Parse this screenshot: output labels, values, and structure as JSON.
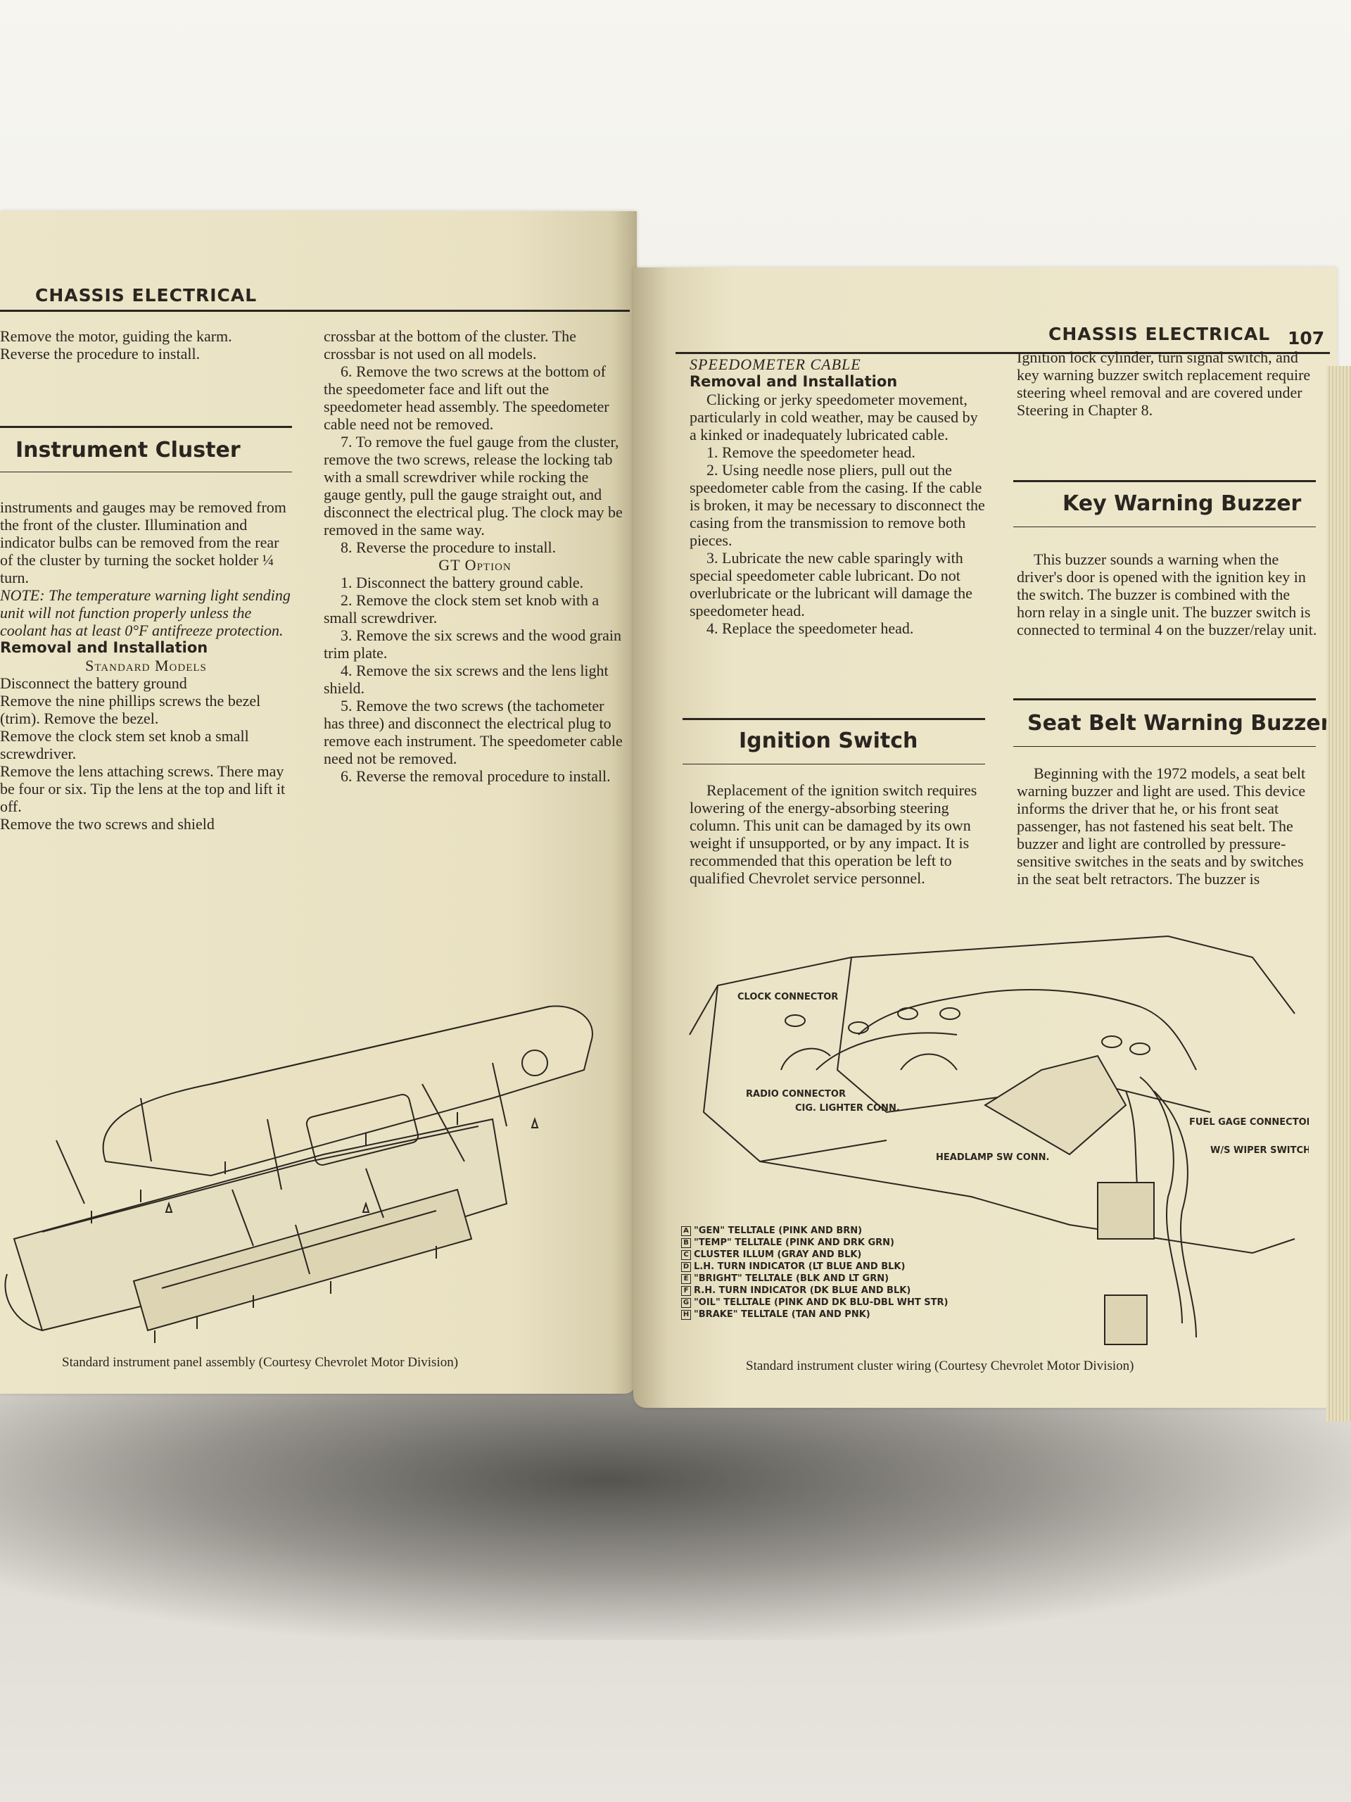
{
  "left_page": {
    "running_head": "CHASSIS ELECTRICAL",
    "col1": {
      "p1": "Remove the motor, guiding the karm.",
      "p2": "Reverse the procedure to install.",
      "section_title": "Instrument Cluster",
      "p3": "instruments and gauges may be removed from the front of the cluster. Illumination and indicator bulbs can be removed from the rear of the cluster by turning the socket holder ¼ turn.",
      "note": "NOTE: The temperature warning light sending unit will not function properly unless the coolant has at least 0°F antifreeze protection.",
      "sub_head": "Removal and Installation",
      "smallcaps": "Standard Models",
      "step1": "Disconnect the battery ground",
      "step2": "Remove the nine phillips screws the bezel (trim). Remove the bezel.",
      "step3": "Remove the clock stem set knob a small screwdriver.",
      "step4": "Remove the lens attaching screws. There may be four or six. Tip the lens at the top and lift it off.",
      "step5": "Remove the two screws and shield"
    },
    "col2": {
      "p1": "crossbar at the bottom of the cluster. The crossbar is not used on all models.",
      "step6": "6. Remove the two screws at the bottom of the speedometer face and lift out the speedometer head assembly. The speedometer cable need not be removed.",
      "step7": "7. To remove the fuel gauge from the cluster, remove the two screws, release the locking tab with a small screwdriver while rocking the gauge gently, pull the gauge straight out, and disconnect the electrical plug. The clock may be removed in the same way.",
      "step8": "8. Reverse the procedure to install.",
      "smallcaps": "GT Option",
      "g1": "1. Disconnect the battery ground cable.",
      "g2": "2. Remove the clock stem set knob with a small screwdriver.",
      "g3": "3. Remove the six screws and the wood grain trim plate.",
      "g4": "4. Remove the six screws and the lens light shield.",
      "g5": "5. Remove the two screws (the tachometer has three) and disconnect the electrical plug to remove each instrument. The speedometer cable need not be removed.",
      "g6": "6. Reverse the removal procedure to install."
    },
    "caption": "Standard instrument panel assembly (Courtesy Chevrolet Motor Division)"
  },
  "right_page": {
    "running_head": "CHASSIS ELECTRICAL",
    "page_number": "107",
    "col1": {
      "italic_head": "SPEEDOMETER CABLE",
      "sub_head": "Removal and Installation",
      "p1": "Clicking or jerky speedometer movement, particularly in cold weather, may be caused by a kinked or inadequately lubricated cable.",
      "s1": "1. Remove the speedometer head.",
      "s2": "2. Using needle nose pliers, pull out the speedometer cable from the casing. If the cable is broken, it may be necessary to disconnect the casing from the transmission to remove both pieces.",
      "s3": "3. Lubricate the new cable sparingly with special speedometer cable lubricant. Do not overlubricate or the lubricant will damage the speedometer head.",
      "s4": "4. Replace the speedometer head.",
      "section_title": "Ignition Switch",
      "p2": "Replacement of the ignition switch requires lowering of the energy-absorbing steering column. This unit can be damaged by its own weight if unsupported, or by any impact. It is recommended that this operation be left to qualified Chevrolet service personnel."
    },
    "col2": {
      "p1": "Ignition lock cylinder, turn signal switch, and key warning buzzer switch replacement require steering wheel removal and are covered under Steering in Chapter 8.",
      "section1": "Key Warning Buzzer",
      "p2": "This buzzer sounds a warning when the driver's door is opened with the ignition key in the switch. The buzzer is combined with the horn relay in a single unit. The buzzer switch is connected to terminal 4 on the buzzer/relay unit.",
      "section2": "Seat Belt Warning Buzzer",
      "p3": "Beginning with the 1972 models, a seat belt warning buzzer and light are used. This device informs the driver that he, or his front seat passenger, has not fastened his seat belt. The buzzer and light are controlled by pressure-sensitive switches in the seats and by switches in the seat belt retractors. The buzzer is"
    },
    "diagram_labels": {
      "clock": "CLOCK CONNECTOR",
      "radio": "RADIO CONNECTOR",
      "cig": "CIG. LIGHTER CONN.",
      "headlamp": "HEADLAMP SW CONN.",
      "fuel": "FUEL GAGE CONNECTOR",
      "wiper": "W/S WIPER SWITCH CONN."
    },
    "legend": [
      {
        "key": "A",
        "text": "\"GEN\" TELLTALE (PINK AND BRN)"
      },
      {
        "key": "B",
        "text": "\"TEMP\" TELLTALE (PINK AND DRK GRN)"
      },
      {
        "key": "C",
        "text": "CLUSTER ILLUM (GRAY AND BLK)"
      },
      {
        "key": "D",
        "text": "L.H. TURN INDICATOR (LT BLUE AND BLK)"
      },
      {
        "key": "E",
        "text": "\"BRIGHT\" TELLTALE (BLK AND LT GRN)"
      },
      {
        "key": "F",
        "text": "R.H. TURN INDICATOR (DK BLUE AND BLK)"
      },
      {
        "key": "G",
        "text": "\"OIL\" TELLTALE (PINK AND DK BLU-DBL WHT STR)"
      },
      {
        "key": "H",
        "text": "\"BRAKE\" TELLTALE (TAN AND PNK)"
      }
    ],
    "caption": "Standard instrument cluster wiring (Courtesy Chevrolet Motor Division)"
  }
}
